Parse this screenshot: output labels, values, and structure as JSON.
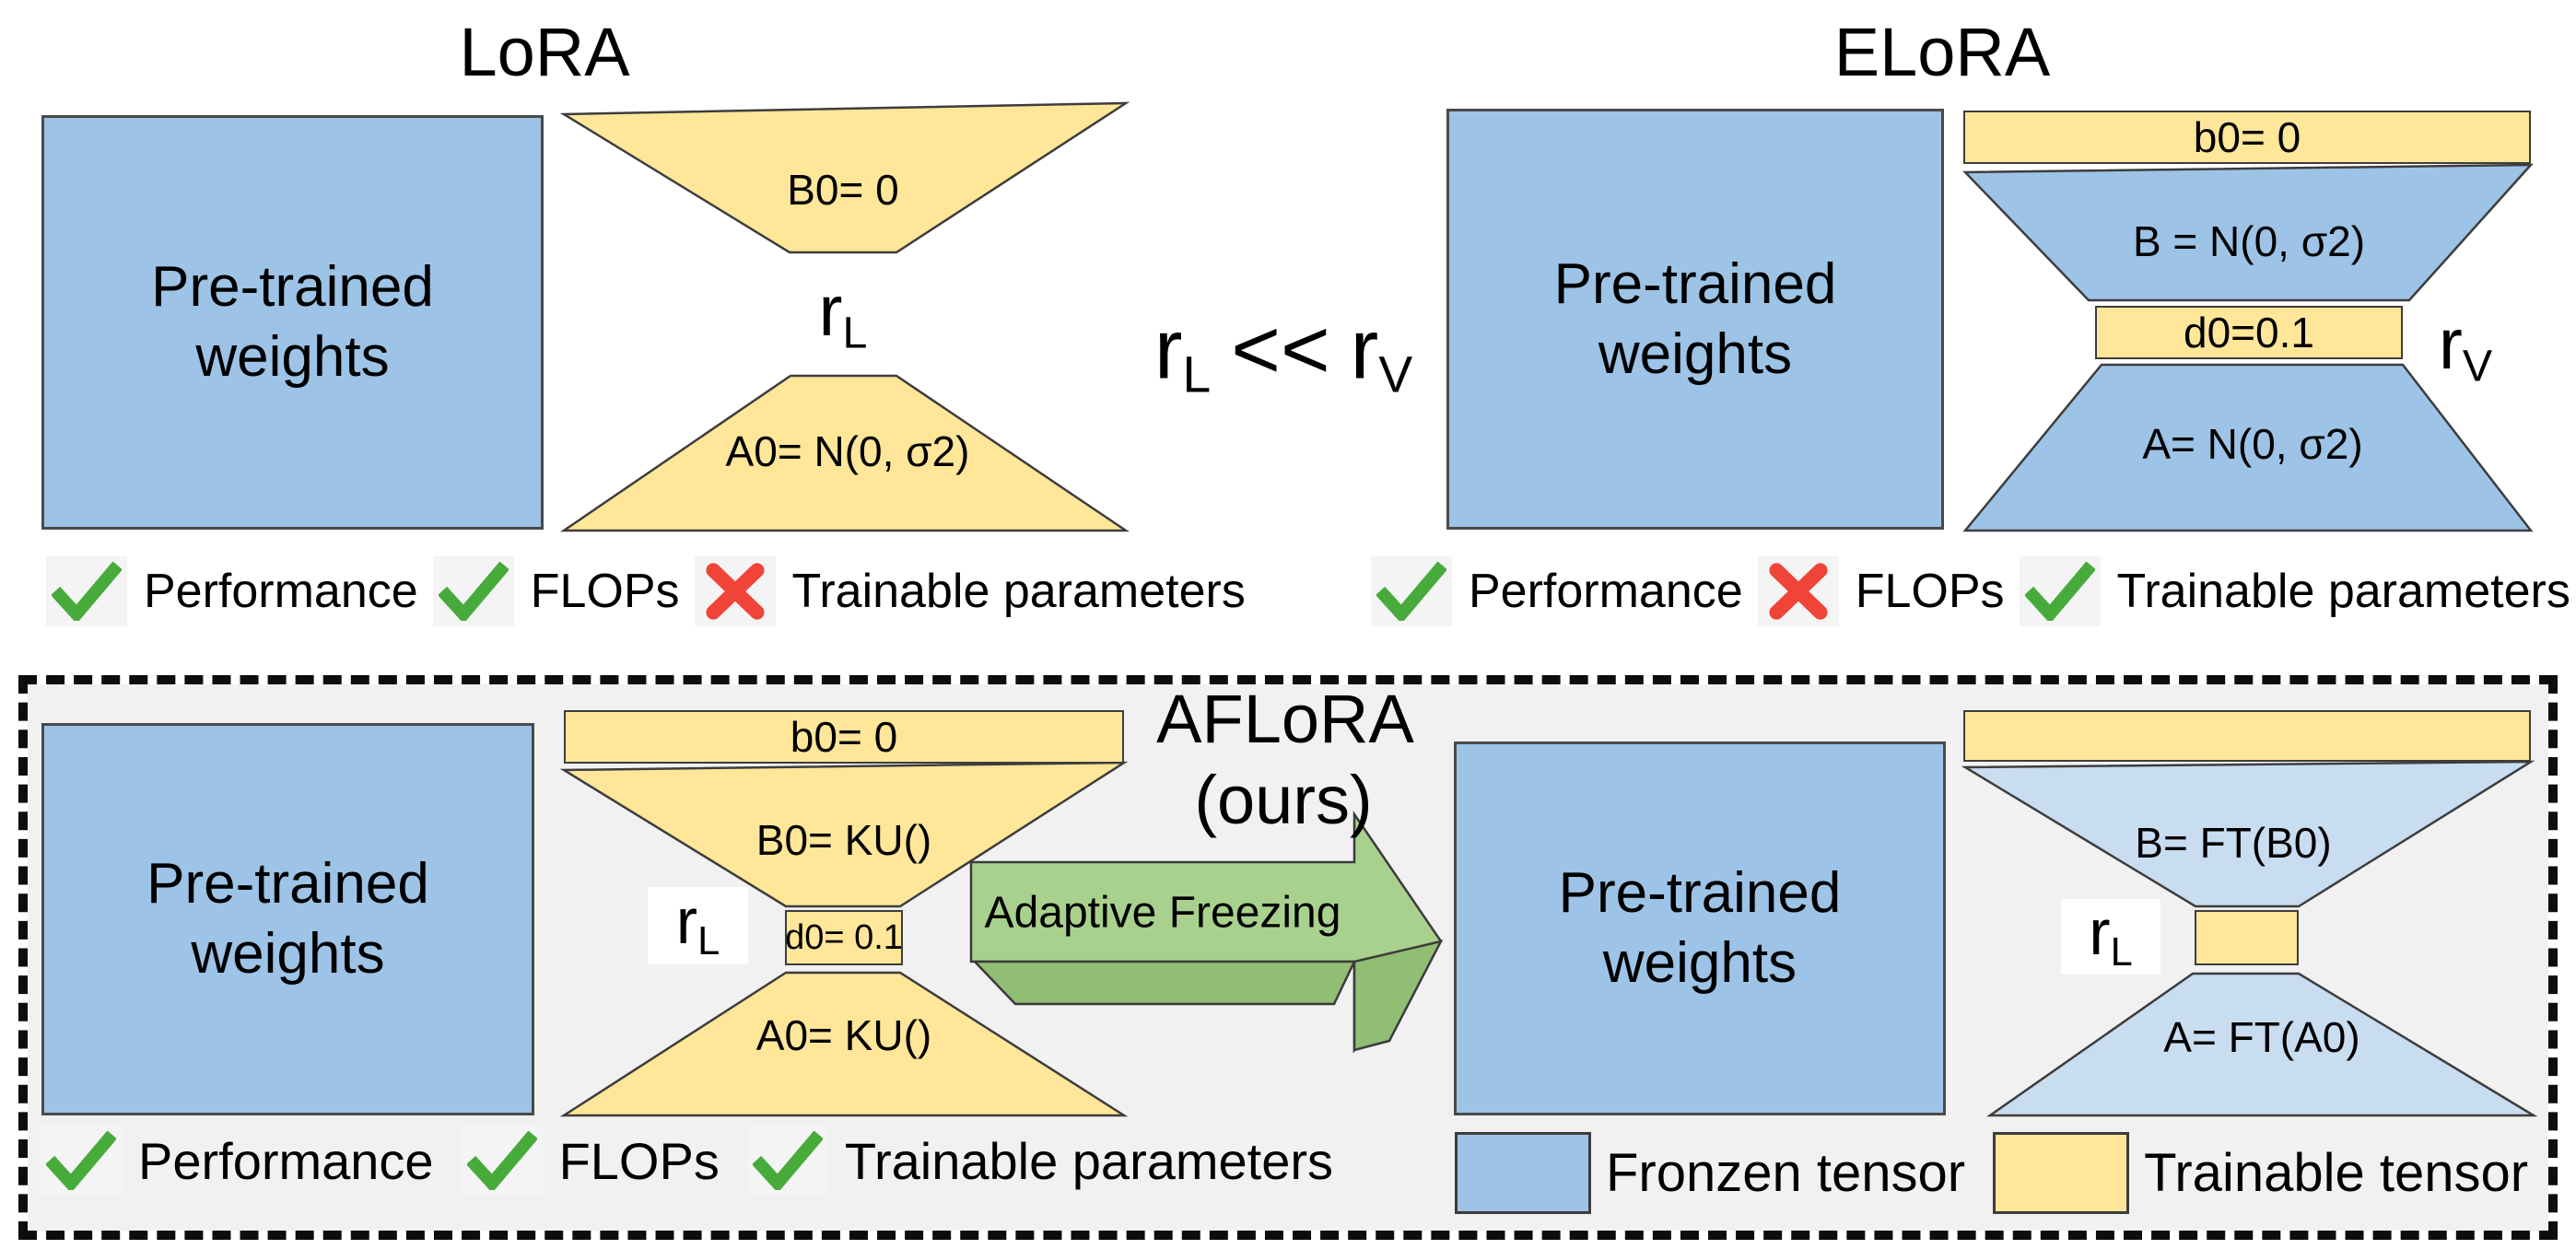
{
  "colors": {
    "frozen_blue": "#9DC3E6",
    "frozen_blue_light": "#C9DDF1",
    "trainable_yellow": "#FFE699",
    "arrow_green": "#A9D18E",
    "arrow_green_dark": "#90BE74",
    "check_green": "#47AB3C",
    "cross_red": "#EF4437",
    "panel_gray": "#F1F1F1"
  },
  "lora": {
    "title": "LoRA",
    "pretrained": "Pre-trained weights",
    "b_label": "B0= 0",
    "a_label": "A0= N(0, σ2)",
    "rank": {
      "base": "r",
      "sub": "L"
    },
    "checks": [
      {
        "status": "pass",
        "label": "Performance"
      },
      {
        "status": "pass",
        "label": "FLOPs"
      },
      {
        "status": "fail",
        "label": "Trainable parameters"
      }
    ]
  },
  "inequality": {
    "left_base": "r",
    "left_sub": "L",
    "op": "<<",
    "right_base": "r",
    "right_sub": "V"
  },
  "elora": {
    "title": "ELoRA",
    "pretrained": "Pre-trained weights",
    "b0_bar": "b0= 0",
    "b_label": "B = N(0, σ2)",
    "d0_bar": "d0=0.1",
    "rank": {
      "base": "r",
      "sub": "V"
    },
    "a_label": "A= N(0, σ2)",
    "checks": [
      {
        "status": "pass",
        "label": "Performance"
      },
      {
        "status": "fail",
        "label": "FLOPs"
      },
      {
        "status": "pass",
        "label": "Trainable parameters"
      }
    ]
  },
  "aflora": {
    "title_line1": "AFLoRA",
    "title_line2": "(ours)",
    "arrow_label": "Adaptive Freezing",
    "left": {
      "pretrained": "Pre-trained weights",
      "b0_bar": "b0= 0",
      "b_label": "B0= KU()",
      "d0_box": "d0= 0.1",
      "rank": {
        "base": "r",
        "sub": "L"
      },
      "a_label": "A0= KU()"
    },
    "right": {
      "pretrained": "Pre-trained weights",
      "b_label": "B= FT(B0)",
      "rank": {
        "base": "r",
        "sub": "L"
      },
      "a_label": "A= FT(A0)"
    },
    "checks": [
      {
        "status": "pass",
        "label": "Performance"
      },
      {
        "status": "pass",
        "label": "FLOPs"
      },
      {
        "status": "pass",
        "label": "Trainable parameters"
      }
    ],
    "legend": [
      {
        "swatch": "frozen",
        "label": "Fronzen tensor"
      },
      {
        "swatch": "trainable",
        "label": "Trainable tensor"
      }
    ]
  }
}
